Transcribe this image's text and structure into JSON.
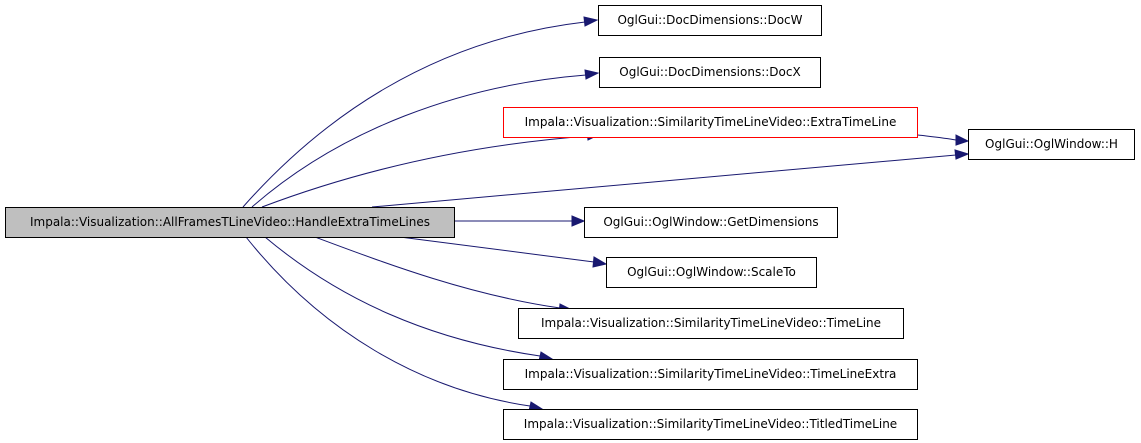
{
  "graph": {
    "edge_color": "#191970",
    "root": {
      "label": "Impala::Visualization::AllFramesTLineVideo::HandleExtraTimeLines",
      "fill": "#bfbfbf"
    },
    "callees": [
      {
        "label": "OglGui::DocDimensions::DocW"
      },
      {
        "label": "OglGui::DocDimensions::DocX"
      },
      {
        "label": "Impala::Visualization::SimilarityTimeLineVideo::ExtraTimeLine",
        "border": "#ff0000"
      },
      {
        "label": "OglGui::OglWindow::H"
      },
      {
        "label": "OglGui::OglWindow::GetDimensions"
      },
      {
        "label": "OglGui::OglWindow::ScaleTo"
      },
      {
        "label": "Impala::Visualization::SimilarityTimeLineVideo::TimeLine"
      },
      {
        "label": "Impala::Visualization::SimilarityTimeLineVideo::TimeLineExtra"
      },
      {
        "label": "Impala::Visualization::SimilarityTimeLineVideo::TitledTimeLine"
      }
    ]
  }
}
